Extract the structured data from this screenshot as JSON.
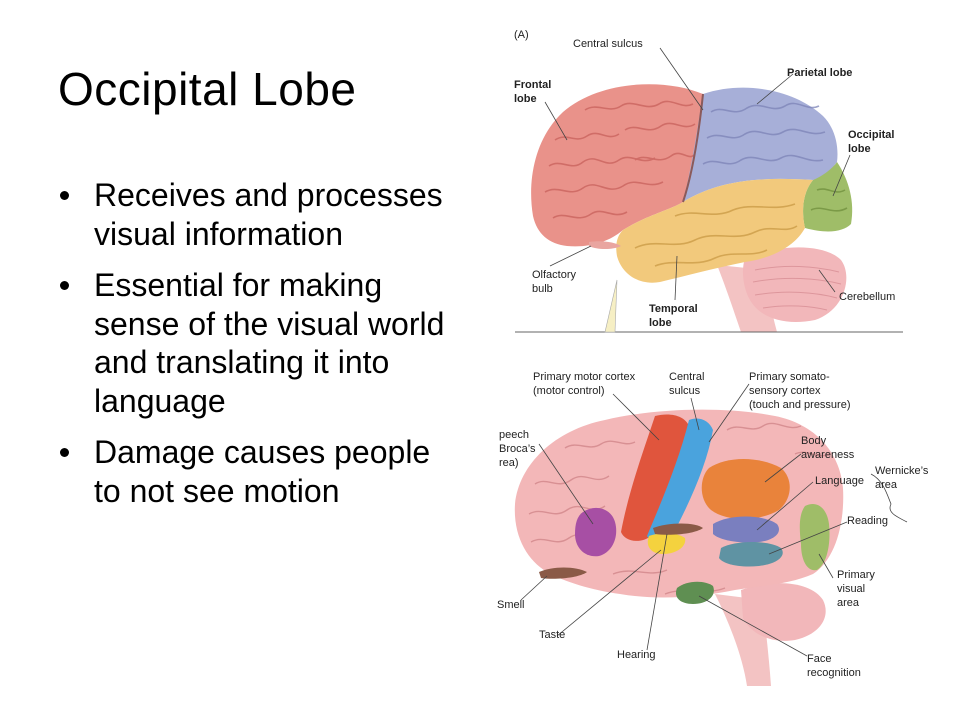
{
  "slide": {
    "title": "Occipital Lobe",
    "bullets": [
      "Receives and processes visual information",
      "Essential for making sense of the visual world and translating it into language",
      "Damage causes people to not see motion"
    ]
  },
  "figure_a": {
    "panel_letter": "(A)",
    "labels": {
      "central_sulcus": "Central sulcus",
      "parietal_lobe": "Parietal lobe",
      "frontal": "Frontal",
      "lobe1": "lobe",
      "occipital": "Occipital",
      "lobe2": "lobe",
      "olfactory": "Olfactory",
      "bulb": "bulb",
      "temporal": "Temporal",
      "lobe3": "lobe",
      "cerebellum": "Cerebellum"
    },
    "colors": {
      "frontal": "#e9928a",
      "parietal": "#a7afd8",
      "temporal": "#f2c97c",
      "occipital": "#9fbd68",
      "cerebellum": "#f2b7ba",
      "brainstem": "#f3c3c3"
    }
  },
  "figure_b": {
    "labels": {
      "primary_motor_1": "Primary motor cortex",
      "primary_motor_2": "(motor control)",
      "central_1": "Central",
      "central_2": "sulcus",
      "somato_1": "Primary somato-",
      "somato_2": "sensory cortex",
      "somato_3": "(touch and pressure)",
      "speech_1": "peech",
      "speech_2": "Broca’s",
      "speech_3": "rea)",
      "body_1": "Body",
      "body_2": "awareness",
      "language": "Language",
      "wernicke_1": "Wernicke’s",
      "wernicke_2": "area",
      "reading": "Reading",
      "primary_visual_1": "Primary",
      "primary_visual_2": "visual",
      "primary_visual_3": "area",
      "smell": "Smell",
      "taste": "Taste",
      "hearing": "Hearing",
      "face_1": "Face",
      "face_2": "recognition"
    },
    "colors": {
      "brain": "#f3b7b8",
      "motor": "#e0553d",
      "somatosensory": "#4aa3dd",
      "broca": "#a74fa4",
      "body_awareness": "#e9833b",
      "language": "#7a7fbf",
      "reading": "#5f93a3",
      "visual": "#9fbd68",
      "taste": "#f4d23e",
      "smell": "#8a5a47",
      "hearing": "#8a5a47",
      "face": "#5f8f52"
    }
  }
}
